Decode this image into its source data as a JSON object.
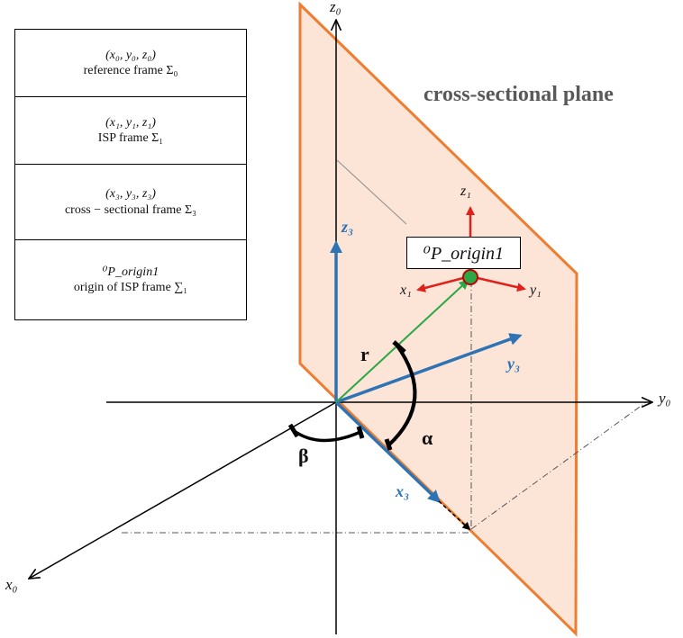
{
  "legend": {
    "rows": [
      {
        "coords": "(x₀, y₀, z₀)",
        "desc": "reference frame  Σ₀"
      },
      {
        "coords": "(x₁, y₁, z₁)",
        "desc": "ISP frame  Σ₁"
      },
      {
        "coords": "(x₃, y₃, z₃)",
        "desc": "cross − sectional frame  Σ₃"
      },
      {
        "coords": "⁰P_origin1",
        "desc": "origin of ISP frame ∑₁"
      }
    ]
  },
  "plane": {
    "title": "cross-sectional plane",
    "fill_color": "#fce4d6",
    "edge_color": "#ed7d31"
  },
  "axes": {
    "x0": "x₀",
    "y0": "y₀",
    "z0": "z₀",
    "x3": "x₃",
    "y3": "y₃",
    "z3": "z₃",
    "x1": "x₁",
    "y1": "y₁",
    "z1": "z₁"
  },
  "symbols": {
    "r": "r",
    "alpha": "α",
    "beta": "β",
    "porigin": "⁰P_origin1"
  },
  "colors": {
    "frame3": "#2e74b5",
    "frame1": "#e0201b",
    "radius": "#2aa845",
    "origin_point": "#2aa845"
  }
}
